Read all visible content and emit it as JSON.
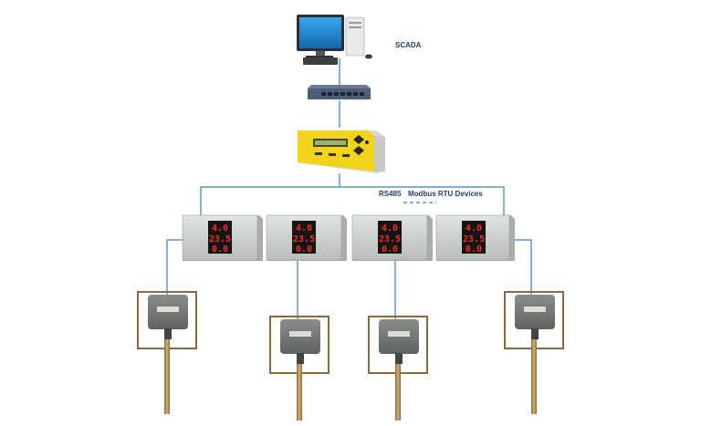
{
  "labels": {
    "scada": "SCADA",
    "rs485": "RS485",
    "modbus": "Modbus RTU Devices"
  },
  "displays": [
    {
      "row1": "4.0",
      "row2": "23.5",
      "row3": "0.0"
    },
    {
      "row1": "4.0",
      "row2": "23.5",
      "row3": "0.0"
    },
    {
      "row1": "4.0",
      "row2": "23.5",
      "row3": "0.0"
    },
    {
      "row1": "4.0",
      "row2": "23.5",
      "row3": "0.0"
    }
  ],
  "colors": {
    "line": "#3a7fc4",
    "label": "#1f3f6e",
    "led": "#ff2a1a",
    "controller": "#f2d31c",
    "panel": "#cfd3d0"
  },
  "icons": [
    "computer-icon",
    "network-switch-icon",
    "controller-icon",
    "panel-meter-icon",
    "transmitter-icon"
  ]
}
